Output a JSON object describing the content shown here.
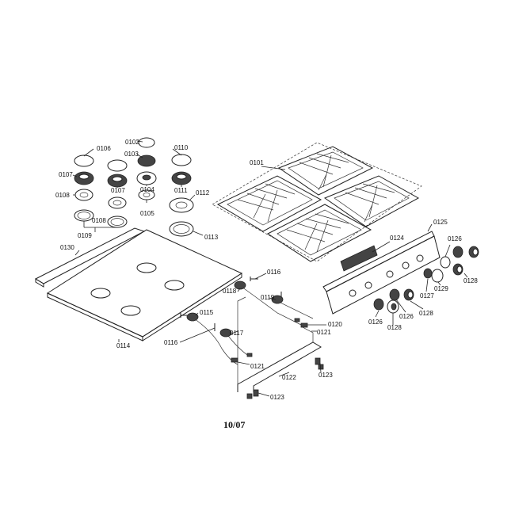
{
  "labels": {
    "p0101": "0101",
    "p0102": "0102",
    "p0103": "0103",
    "p0104": "0104",
    "p0105": "0105",
    "p0106": "0106",
    "p0107": "0107",
    "p0108": "0108",
    "p0109": "0109",
    "p0110": "0110",
    "p0111": "0111",
    "p0112": "0112",
    "p0113": "0113",
    "p0114": "0114",
    "p0115": "0115",
    "p0116": "0116",
    "p0117": "0117",
    "p0118": "0118",
    "p0119": "0119",
    "p0120": "0120",
    "p0121": "0121",
    "p0122": "0122",
    "p0123": "0123",
    "p0124": "0124",
    "p0125": "0125",
    "p0126": "0126",
    "p0127": "0127",
    "p0128": "0128",
    "p0129": "0129",
    "p0130": "0130"
  },
  "date_code": "10/07"
}
